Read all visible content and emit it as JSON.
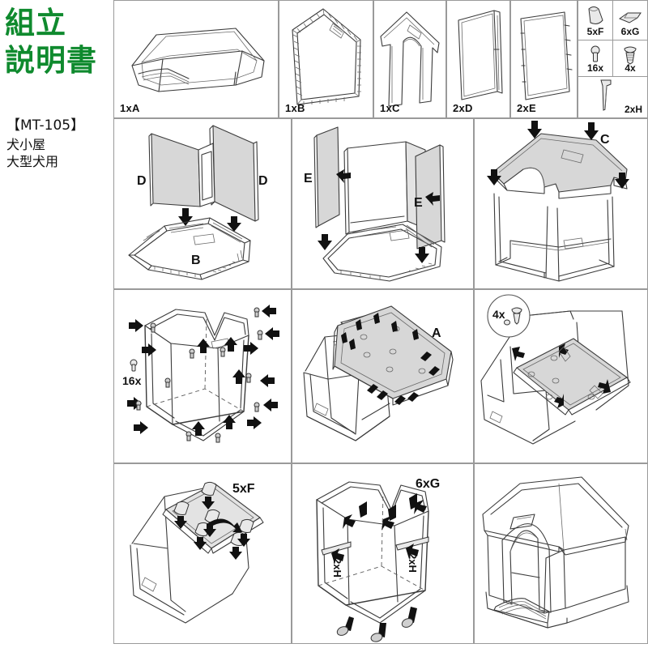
{
  "header": {
    "title_line1": "組立",
    "title_line2": "説明書",
    "title_color": "#0f8a2e",
    "model": "【MT-105】",
    "subtitle_line1": "犬小屋",
    "subtitle_line2": "大型犬用"
  },
  "parts": [
    {
      "id": "A",
      "label": "1xA",
      "qty": 1,
      "icon": "base-tray-part"
    },
    {
      "id": "B",
      "label": "1xB",
      "qty": 1,
      "icon": "house-frame-part"
    },
    {
      "id": "C",
      "label": "1xC",
      "qty": 1,
      "icon": "front-arch-part"
    },
    {
      "id": "D",
      "label": "2xD",
      "qty": 2,
      "icon": "side-panel-d-part"
    },
    {
      "id": "E",
      "label": "2xE",
      "qty": 2,
      "icon": "side-panel-e-part"
    }
  ],
  "hardware": [
    {
      "id": "F",
      "label": "5xF",
      "qty": 5,
      "icon": "cap-plug-icon"
    },
    {
      "id": "G",
      "label": "6xG",
      "qty": 6,
      "icon": "flat-pad-icon"
    },
    {
      "id": "pin",
      "label": "16x",
      "qty": 16,
      "icon": "pin-icon"
    },
    {
      "id": "screw",
      "label": "4x",
      "qty": 4,
      "icon": "screw-icon"
    },
    {
      "id": "H",
      "label": "2xH",
      "qty": 2,
      "icon": "rod-icon"
    }
  ],
  "steps": [
    {
      "index": 1,
      "name": "insert-d-panels-into-base",
      "labels": [
        {
          "text": "D",
          "role": "part-callout"
        },
        {
          "text": "D",
          "role": "part-callout"
        },
        {
          "text": "B",
          "role": "part-callout"
        }
      ],
      "arrows": "down"
    },
    {
      "index": 2,
      "name": "attach-e-panels",
      "labels": [
        {
          "text": "E",
          "role": "part-callout"
        },
        {
          "text": "E",
          "role": "part-callout"
        }
      ],
      "arrows": "diagonal-and-down"
    },
    {
      "index": 3,
      "name": "fit-c-front-panel",
      "labels": [
        {
          "text": "C",
          "role": "part-callout"
        }
      ],
      "arrows": "down"
    },
    {
      "index": 4,
      "name": "insert-16-pins",
      "labels": [
        {
          "text": "16x",
          "role": "qty-callout"
        }
      ],
      "arrows": "inward"
    },
    {
      "index": 5,
      "name": "place-roof-panel-a",
      "labels": [
        {
          "text": "A",
          "role": "part-callout"
        }
      ],
      "arrows": "down"
    },
    {
      "index": 6,
      "name": "fasten-4-screws",
      "labels": [
        {
          "text": "4x",
          "role": "qty-callout"
        }
      ],
      "arrows": "inward"
    },
    {
      "index": 7,
      "name": "insert-5-f-caps",
      "labels": [
        {
          "text": "5xF",
          "role": "qty-callout"
        }
      ],
      "arrows": "down-diagonal"
    },
    {
      "index": 8,
      "name": "attach-6-g-pads-and-2-h-rods",
      "labels": [
        {
          "text": "6xG",
          "role": "qty-callout"
        },
        {
          "text": "2xH",
          "role": "qty-callout"
        },
        {
          "text": "2xH",
          "role": "qty-callout"
        }
      ],
      "arrows": "inward"
    },
    {
      "index": 9,
      "name": "finished-dog-house",
      "labels": [],
      "arrows": "none"
    }
  ]
}
